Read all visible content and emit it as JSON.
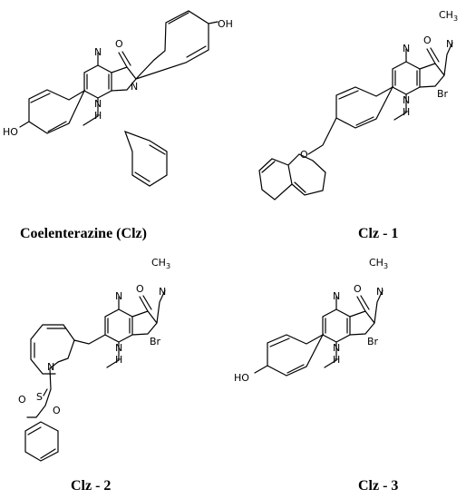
{
  "molecules": [
    {
      "id": "clz",
      "caption": "Coelenterazine (Clz)",
      "atoms": {
        "oxo": "O",
        "n_bridge": "N",
        "n_imine": "N",
        "nh": "N",
        "h": "H",
        "oh_top": "OH",
        "oh_left": "HO"
      }
    },
    {
      "id": "clz1",
      "caption": "Clz - 1",
      "atoms": {
        "oxo": "O",
        "n_bridge": "N",
        "n_imine": "N",
        "nh": "N",
        "h": "H",
        "methyl": "CH",
        "methyl_sub": "3",
        "br": "Br",
        "ether_o": "O"
      }
    },
    {
      "id": "clz2",
      "caption": "Clz - 2",
      "atoms": {
        "oxo": "O",
        "n_bridge": "N",
        "n_imine": "N",
        "nh": "N",
        "h": "H",
        "methyl": "CH",
        "methyl_sub": "3",
        "br": "Br",
        "indole_n": "N",
        "s": "S",
        "o1": "O",
        "o2": "O"
      }
    },
    {
      "id": "clz3",
      "caption": "Clz - 3",
      "atoms": {
        "oxo": "O",
        "n_bridge": "N",
        "n_imine": "N",
        "nh": "N",
        "h": "H",
        "methyl": "CH",
        "methyl_sub": "3",
        "br": "Br",
        "oh_left": "HO"
      }
    }
  ]
}
